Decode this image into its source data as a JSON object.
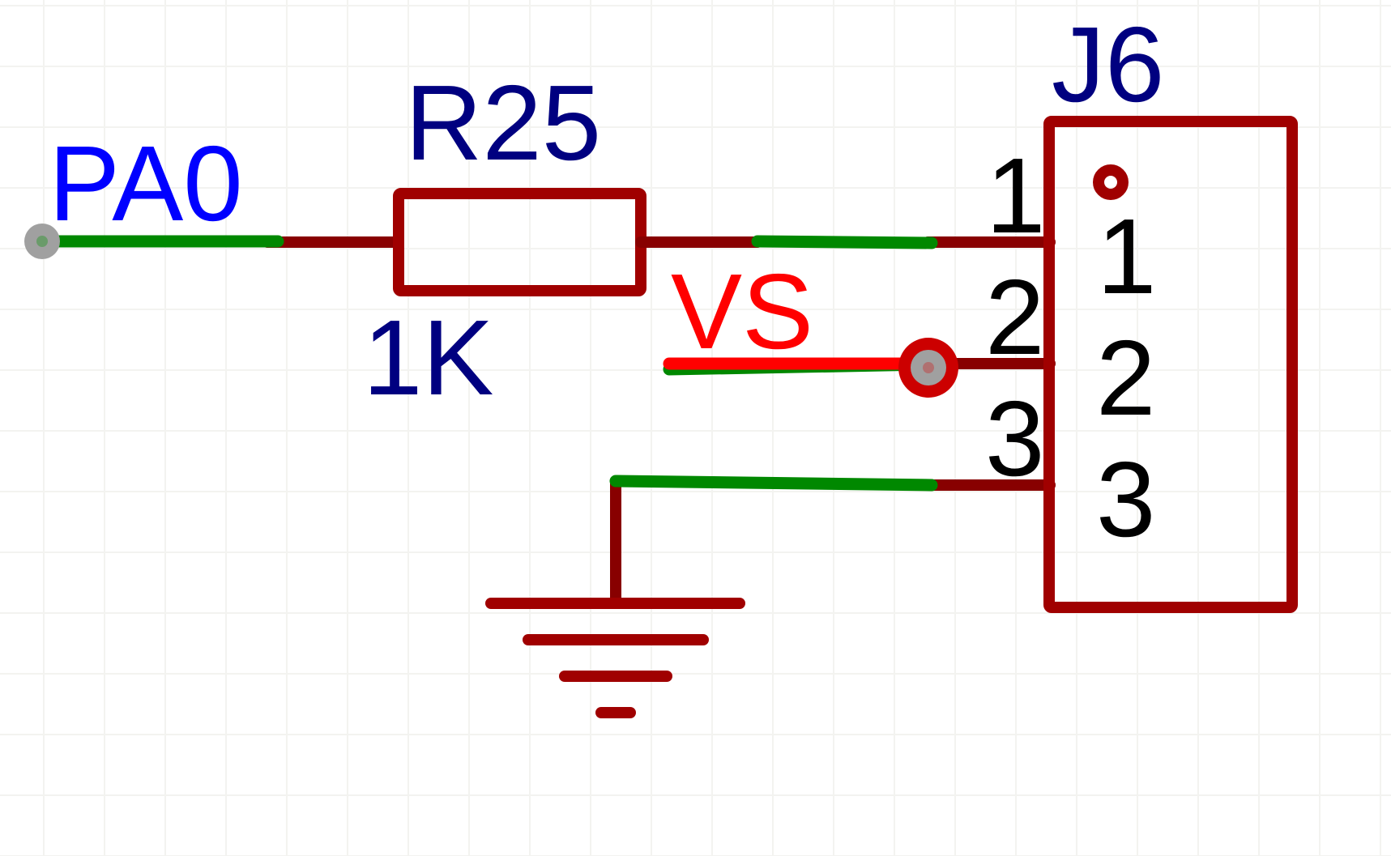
{
  "canvas": {
    "background": "#FFFFFF",
    "grid_color": "#F3F3F0"
  },
  "colors": {
    "component_body": "#A00000",
    "pin_line": "#880000",
    "wire": "#008800",
    "power_wire": "#FF0000",
    "designator": "#000080",
    "net_label": "#0000FF",
    "power_label": "#FF0000",
    "pin_number": "#000000",
    "junction_ring": "#CC0000",
    "junction_fill": "#A0A0A0"
  },
  "net_labels": {
    "pa0": "PA0",
    "vs": "VS"
  },
  "components": {
    "resistor": {
      "designator": "R25",
      "value": "1K",
      "symbol": "resistor-icon"
    },
    "connector": {
      "designator": "J6",
      "symbol": "header-connector-icon",
      "pins": [
        {
          "number": "1",
          "name": "1"
        },
        {
          "number": "2",
          "name": "2"
        },
        {
          "number": "3",
          "name": "3"
        }
      ]
    },
    "ground": {
      "symbol": "ground-icon"
    }
  }
}
